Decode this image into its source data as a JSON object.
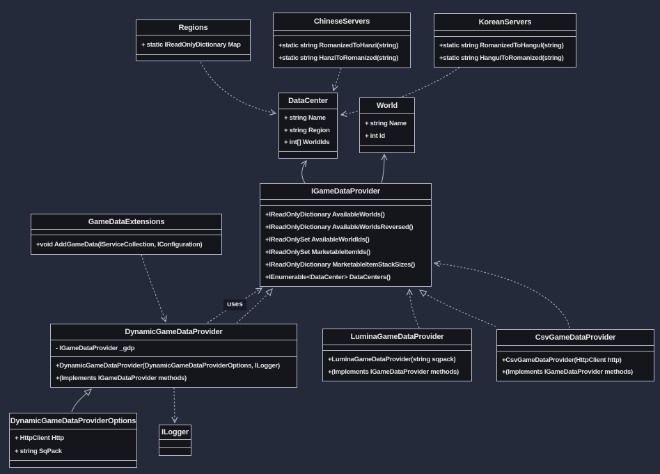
{
  "diagram": {
    "classes": {
      "regions": {
        "name": "Regions",
        "attrs": [
          "+ static IReadOnlyDictionary Map"
        ],
        "methods": []
      },
      "chinese_servers": {
        "name": "ChineseServers",
        "attrs": [],
        "methods": [
          "+static string RomanizedToHanzi(string)",
          "+static string HanziToRomanized(string)"
        ]
      },
      "korean_servers": {
        "name": "KoreanServers",
        "attrs": [],
        "methods": [
          "+static string RomanizedToHangul(string)",
          "+static string HangulToRomanized(string)"
        ]
      },
      "data_center": {
        "name": "DataCenter",
        "attrs": [
          "+ string Name",
          "+ string Region",
          "+ int[] WorldIds"
        ],
        "methods": []
      },
      "world": {
        "name": "World",
        "attrs": [
          "+ string Name",
          "+ int Id"
        ],
        "methods": []
      },
      "igame_data_provider": {
        "name": "IGameDataProvider",
        "attrs": [],
        "methods": [
          "+IReadOnlyDictionary AvailableWorlds()",
          "+IReadOnlyDictionary AvailableWorldsReversed()",
          "+IReadOnlySet AvailableWorldIds()",
          "+IReadOnlySet MarketableItemIds()",
          "+IReadOnlyDictionary MarketableItemStackSizes()",
          "+IEnumerable<DataCenter> DataCenters()"
        ]
      },
      "game_data_extensions": {
        "name": "GameDataExtensions",
        "attrs": [],
        "methods": [
          "+void AddGameData(IServiceCollection, IConfiguration)"
        ]
      },
      "dynamic_gdp": {
        "name": "DynamicGameDataProvider",
        "attrs": [
          "- IGameDataProvider _gdp"
        ],
        "methods": [
          "+DynamicGameDataProvider(DynamicGameDataProviderOptions, ILogger)",
          "+(Implements IGameDataProvider methods)"
        ]
      },
      "lumina_gdp": {
        "name": "LuminaGameDataProvider",
        "attrs": [],
        "methods": [
          "+LuminaGameDataProvider(string sqpack)",
          "+(Implements IGameDataProvider methods)"
        ]
      },
      "csv_gdp": {
        "name": "CsvGameDataProvider",
        "attrs": [],
        "methods": [
          "+CsvGameDataProvider(HttpClient http)",
          "+(Implements IGameDataProvider methods)"
        ]
      },
      "dgp_options": {
        "name": "DynamicGameDataProviderOptions",
        "attrs": [
          "+ HttpClient Http",
          "+ string SqPack"
        ],
        "methods": []
      },
      "ilogger": {
        "name": "ILogger",
        "attrs": [],
        "methods": []
      }
    },
    "edge_labels": {
      "uses": "uses"
    },
    "colors": {
      "background": "#242a3a",
      "box_fill": "#15161c",
      "border": "#b9bcc8",
      "text": "#e8e8ea",
      "edge": "#b4b7c5"
    }
  }
}
